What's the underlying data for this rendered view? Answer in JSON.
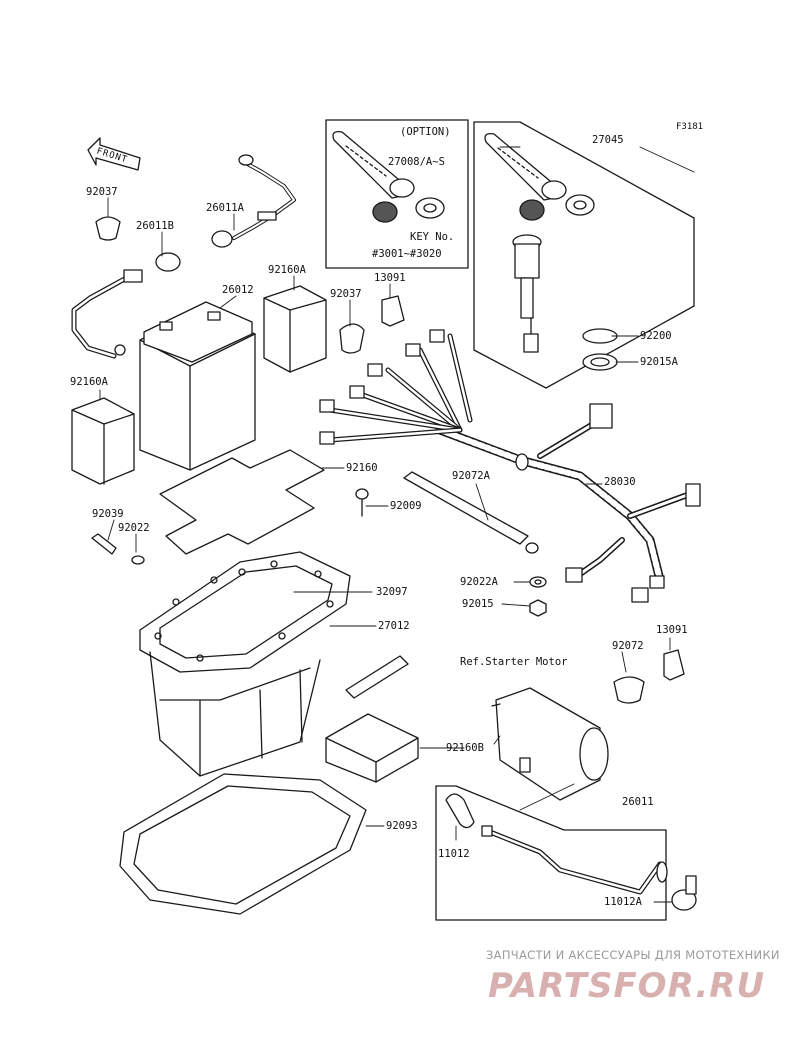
{
  "diagram_code": "F3181",
  "front_label": "FRONT",
  "option_box": {
    "title": "(OPTION)",
    "part": "27008/A~S",
    "key_no_label": "KEY No.",
    "key_range": "#3001~#3020"
  },
  "part_labels": {
    "p27045": "27045",
    "p92200": "92200",
    "p92015A": "92015A",
    "p92037_top": "92037",
    "p26011A": "26011A",
    "p26011B": "26011B",
    "p92160A_top": "92160A",
    "p13091_top": "13091",
    "p92037_mid": "92037",
    "p26012": "26012",
    "p92160A_left": "92160A",
    "p92160": "92160",
    "p92072A": "92072A",
    "p28030": "28030",
    "p92009": "92009",
    "p92039": "92039",
    "p92022": "92022",
    "p32097": "32097",
    "p27012": "27012",
    "p92022A": "92022A",
    "p92015": "92015",
    "p92072": "92072",
    "p13091_right": "13091",
    "ref_starter_motor": "Ref.Starter Motor",
    "p92160B": "92160B",
    "p26011": "26011",
    "p11012": "11012",
    "p11012A": "11012A",
    "p92093": "92093"
  },
  "watermark": {
    "line1": "ЗАПЧАСТИ И АКСЕССУАРЫ ДЛЯ МОТОТЕХНИКИ",
    "line2": "PARTSFOR.RU"
  },
  "colors": {
    "line": "#1a1a1a",
    "watermark_text": "#9a9a9a",
    "watermark_logo": "#d8b0b0"
  }
}
